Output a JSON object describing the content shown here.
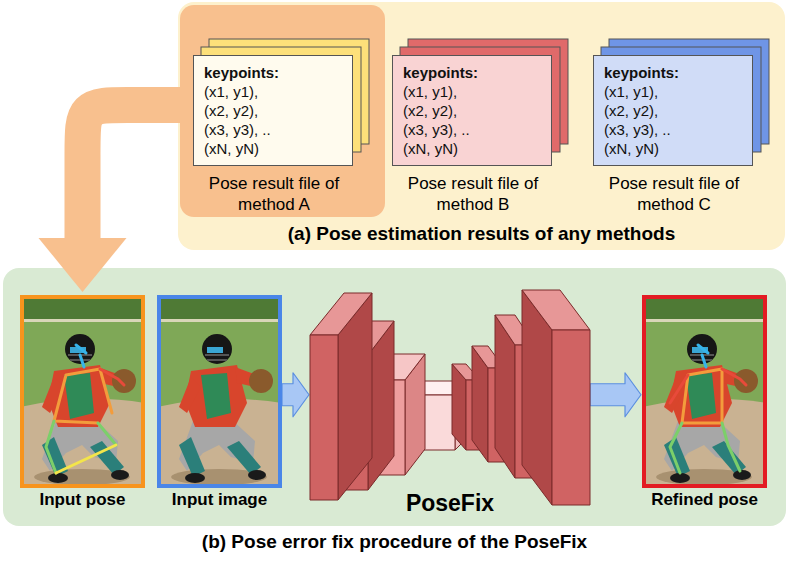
{
  "diagram": {
    "nodes": [
      {
        "text": [
          "(a) Pose estimation results of any methods"
        ]
      },
      {
        "text": [
          "keypoints:",
          "(x1, y1),",
          "(x2, y2),",
          "(x3, y3), ..",
          "(xN, yN)",
          "Pose result file of method A"
        ],
        "in": 0
      },
      {
        "text": [
          "keypoints:",
          "(x1, y1),",
          "(x2, y2),",
          "(x3, y3), ..",
          "(xN, yN)",
          "Pose result file of method B"
        ],
        "in": 0
      },
      {
        "text": [
          "keypoints:",
          "(x1, y1),",
          "(x2, y2),",
          "(x3, y3), ..",
          "(xN, yN)",
          "Pose result file of method C"
        ],
        "in": 0
      },
      {
        "text": [
          "(b) Pose error fix procedure of the PoseFix"
        ]
      },
      {
        "text": [
          "Input pose"
        ],
        "in": 4
      },
      {
        "text": [
          "Input image"
        ],
        "in": 4
      },
      {
        "text": [
          "PoseFix"
        ],
        "in": 4
      },
      {
        "text": [
          "Refined pose"
        ],
        "in": 4
      }
    ],
    "edges": [
      {
        "from": 1,
        "to": 5,
        "arrow": "to"
      },
      {
        "from": 6,
        "to": 7,
        "arrow": "to"
      },
      {
        "from": 7,
        "to": 8,
        "arrow": "to"
      }
    ]
  }
}
